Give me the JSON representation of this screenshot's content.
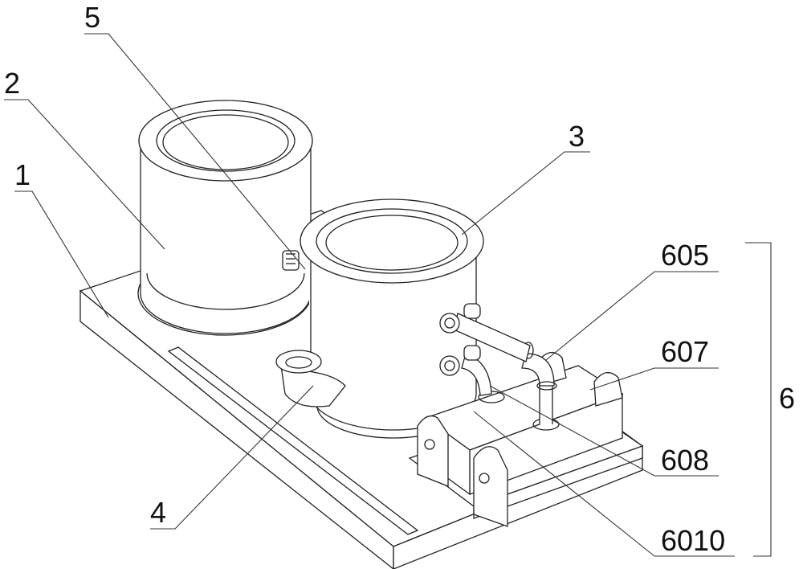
{
  "figure": {
    "type": "isometric technical line drawing",
    "callouts": [
      {
        "id": "1",
        "label": "1",
        "part": "base plate"
      },
      {
        "id": "2",
        "label": "2",
        "part": "first tank"
      },
      {
        "id": "3",
        "label": "3",
        "part": "second tank"
      },
      {
        "id": "4",
        "label": "4",
        "part": "elbow outlet"
      },
      {
        "id": "5",
        "label": "5",
        "part": "connecting pipe"
      },
      {
        "id": "605",
        "label": "605",
        "part": "pipe elbow"
      },
      {
        "id": "607",
        "label": "607",
        "part": "pump housing"
      },
      {
        "id": "608",
        "label": "608",
        "part": "vertical pipe"
      },
      {
        "id": "6010",
        "label": "6010",
        "part": "pump body"
      }
    ],
    "group": {
      "label": "6",
      "members": [
        "605",
        "607",
        "608",
        "6010"
      ]
    },
    "colors": {
      "line": "#222222",
      "background": "#ffffff",
      "text": "#111111"
    }
  }
}
